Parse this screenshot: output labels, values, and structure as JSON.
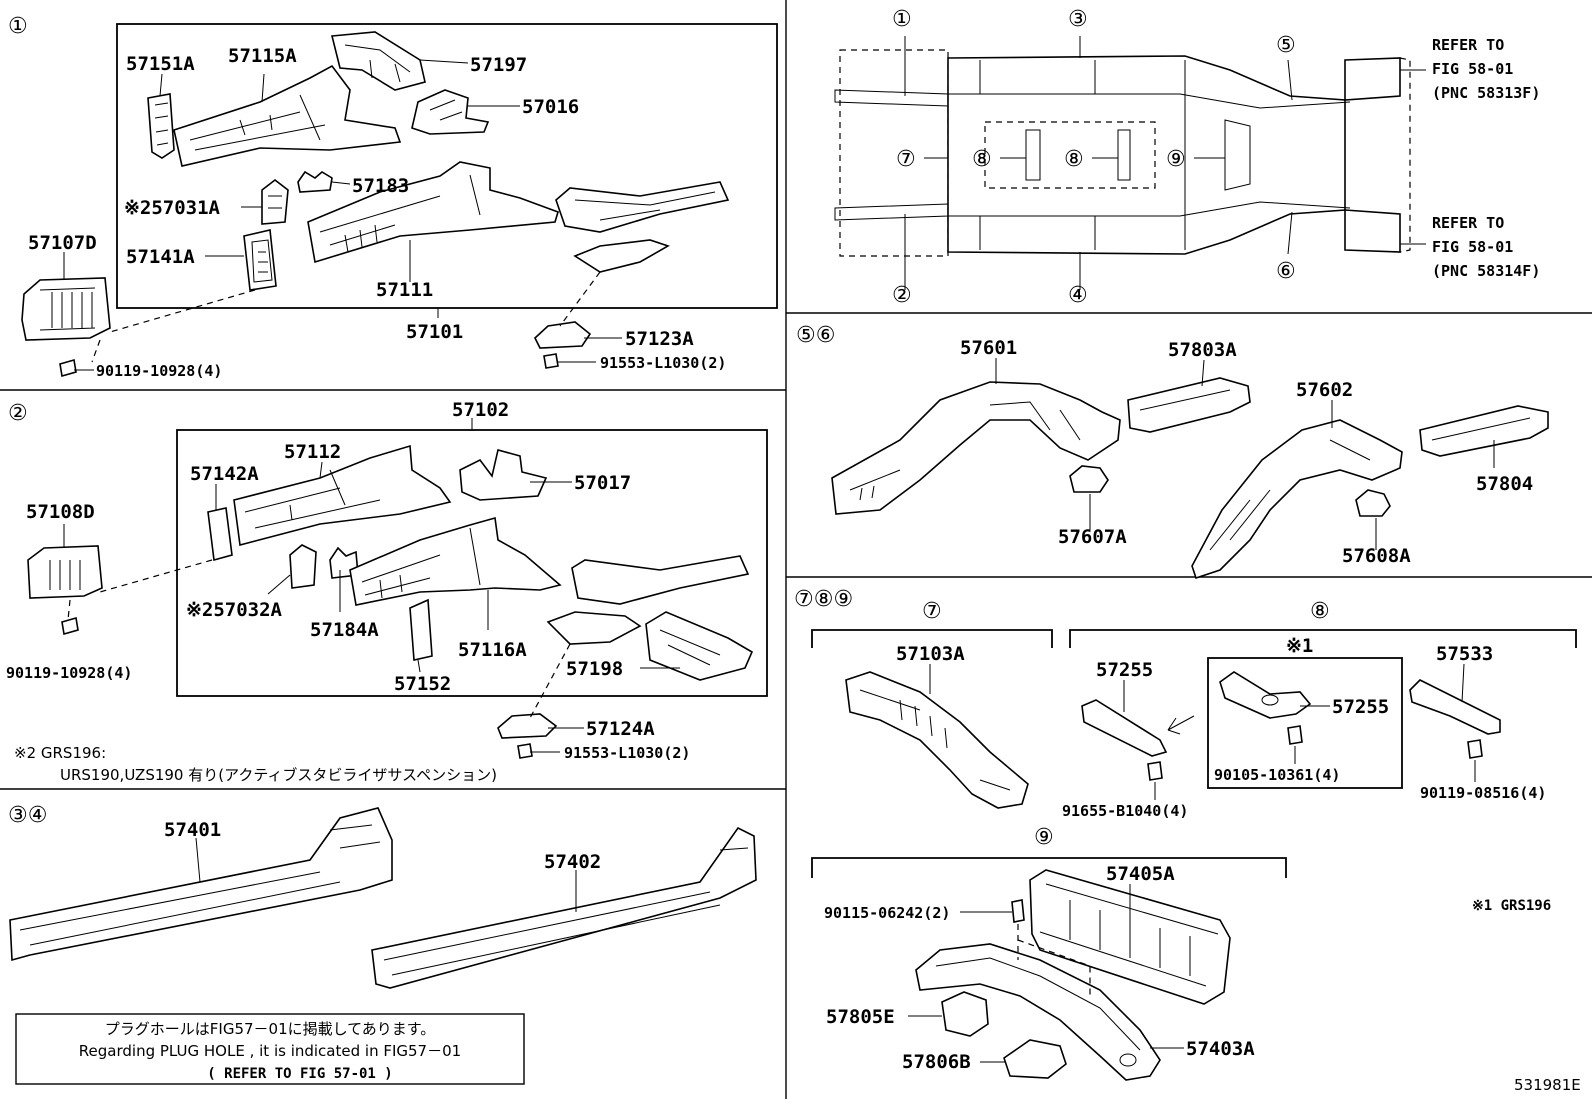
{
  "sections": {
    "s1": {
      "marker": "①"
    },
    "s2": {
      "marker": "②"
    },
    "s34": {
      "marker": "③④"
    },
    "s56": {
      "marker": "⑤⑥"
    },
    "s789": {
      "marker": "⑦⑧⑨"
    }
  },
  "overview": {
    "markers": [
      "①",
      "②",
      "③",
      "④",
      "⑤",
      "⑥",
      "⑦",
      "⑧",
      "⑧",
      "⑨"
    ],
    "refer_top": [
      "REFER TO",
      "FIG 58-01",
      "(PNC 58313F)"
    ],
    "refer_bottom": [
      "REFER TO",
      "FIG 58-01",
      "(PNC 58314F)"
    ]
  },
  "parts": {
    "p57151A": "57151A",
    "p57115A": "57115A",
    "p57197": "57197",
    "p57016": "57016",
    "p57183": "57183",
    "p57031A": "※257031A",
    "p57141A": "57141A",
    "p57111": "57111",
    "p57101": "57101",
    "p57107D": "57107D",
    "p57123A": "57123A",
    "p90119a": "90119-10928(4)",
    "p91553a": "91553-L1030(2)",
    "p57102": "57102",
    "p57142A": "57142A",
    "p57112": "57112",
    "p57017": "57017",
    "p57108D": "57108D",
    "p57032A": "※257032A",
    "p57184A": "57184A",
    "p57152": "57152",
    "p57116A": "57116A",
    "p57198": "57198",
    "p90119b": "90119-10928(4)",
    "p57124A": "57124A",
    "p91553b": "91553-L1030(2)",
    "p57401": "57401",
    "p57402": "57402",
    "p57601": "57601",
    "p57803A": "57803A",
    "p57602": "57602",
    "p57804": "57804",
    "p57607A": "57607A",
    "p57608A": "57608A",
    "p57103A": "57103A",
    "p57255a": "57255",
    "p57255b": "57255",
    "p57533": "57533",
    "p90105": "90105-10361(4)",
    "p91655": "91655-B1040(4)",
    "p90119c": "90119-08516(4)",
    "p57405A": "57405A",
    "p90115": "90115-06242(2)",
    "p57805E": "57805E",
    "p57806B": "57806B",
    "p57403A": "57403A"
  },
  "subsections": {
    "g7": "⑦",
    "g8": "⑧",
    "g9": "⑨",
    "star1": "※1"
  },
  "notes": {
    "note2_line1": "※2 GRS196:",
    "note2_line2": "URS190,UZS190 有り(アクティブスタビライザサスペンション)",
    "note1": "※1 GRS196",
    "plug_line1": "プラグホールはFIG57－01に掲載してあります。",
    "plug_line2": "Regarding PLUG HOLE , it is indicated in FIG57－01",
    "plug_line3": "( REFER TO FIG 57-01 )",
    "fig_id": "531981E"
  }
}
